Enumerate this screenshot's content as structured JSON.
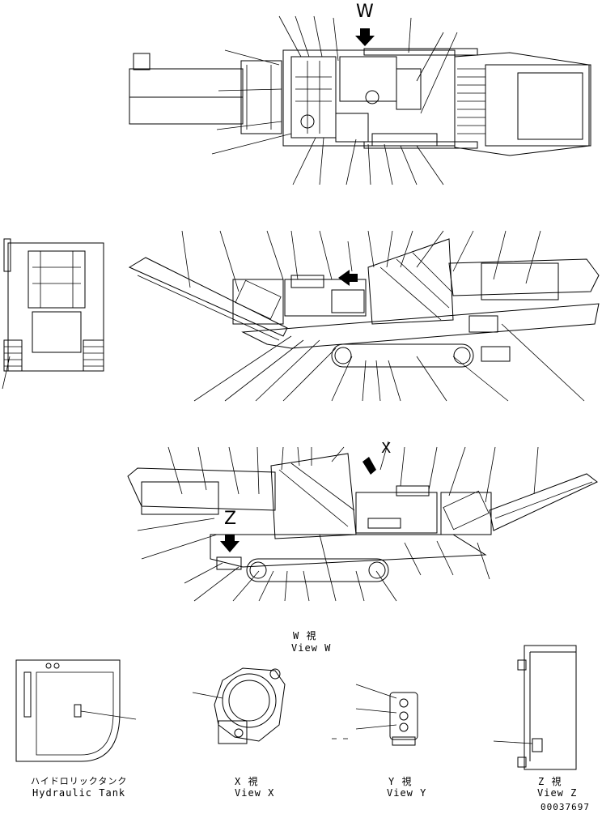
{
  "labels": {
    "top_view_marker": "W",
    "mid_view_marker": "X",
    "z_marker": "Z",
    "view_w_jp": "W 視",
    "view_w_en": "View W",
    "hyd_tank_jp": "ハイドロリックタンク",
    "hyd_tank_en": "Hydraulic Tank",
    "view_x_jp": "X 視",
    "view_x_en": "View X",
    "view_y_jp": "Y 視",
    "view_y_en": "View Y",
    "view_z_jp": "Z 視",
    "view_z_en": "View Z",
    "drawing_no": "00037697"
  }
}
